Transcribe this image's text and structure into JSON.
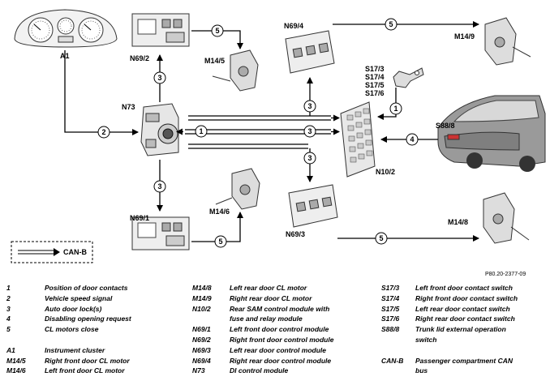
{
  "components": {
    "a1": "A1",
    "n73": "N73",
    "n69_2": "N69/2",
    "n69_1": "N69/1",
    "n69_4": "N69/4",
    "n69_3": "N69/3",
    "m14_5": "M14/5",
    "m14_6": "M14/6",
    "m14_9": "M14/9",
    "m14_8": "M14/8",
    "n10_2": "N10/2",
    "s88_8": "S88/8",
    "s17": [
      "S17/3",
      "S17/4",
      "S17/5",
      "S17/6"
    ]
  },
  "markers": [
    "1",
    "2",
    "3",
    "4",
    "5"
  ],
  "can_legend_label": "CAN-B",
  "figure_code": "P80.20-2377-09",
  "legend": {
    "col1": [
      {
        "key": "1",
        "desc": "Position of door contacts"
      },
      {
        "key": "2",
        "desc": "Vehicle speed signal"
      },
      {
        "key": "3",
        "desc": "Auto door lock(s)"
      },
      {
        "key": "4",
        "desc": "Disabling opening request"
      },
      {
        "key": "5",
        "desc": "CL motors close"
      },
      {
        "key": "",
        "desc": ""
      },
      {
        "key": "A1",
        "desc": "Instrument cluster"
      },
      {
        "key": "M14/5",
        "desc": "Right front door CL motor"
      },
      {
        "key": "M14/6",
        "desc": "Left front door CL motor"
      }
    ],
    "col2": [
      {
        "key": "M14/8",
        "desc": "Left rear door CL motor"
      },
      {
        "key": "M14/9",
        "desc": "Right rear door CL motor"
      },
      {
        "key": "N10/2",
        "desc": "Rear SAM control module with"
      },
      {
        "key": "",
        "desc": "fuse and relay module"
      },
      {
        "key": "N69/1",
        "desc": "Left front door control module"
      },
      {
        "key": "N69/2",
        "desc": "Right front door control module"
      },
      {
        "key": "N69/3",
        "desc": "Left rear door control module"
      },
      {
        "key": "N69/4",
        "desc": "Right rear door control module"
      },
      {
        "key": "N73",
        "desc": "DI control module"
      }
    ],
    "col3": [
      {
        "key": "S17/3",
        "desc": "Left front door contact switch"
      },
      {
        "key": "S17/4",
        "desc": "Right front door contact switch"
      },
      {
        "key": "S17/5",
        "desc": "Left rear door contact switch"
      },
      {
        "key": "S17/6",
        "desc": "Right rear door contact switch"
      },
      {
        "key": "S88/8",
        "desc": "Trunk lid external operation"
      },
      {
        "key": "",
        "desc": "switch"
      },
      {
        "key": "",
        "desc": ""
      },
      {
        "key": "CAN-B",
        "desc": "Passenger compartment CAN"
      },
      {
        "key": "",
        "desc": "bus"
      }
    ]
  }
}
